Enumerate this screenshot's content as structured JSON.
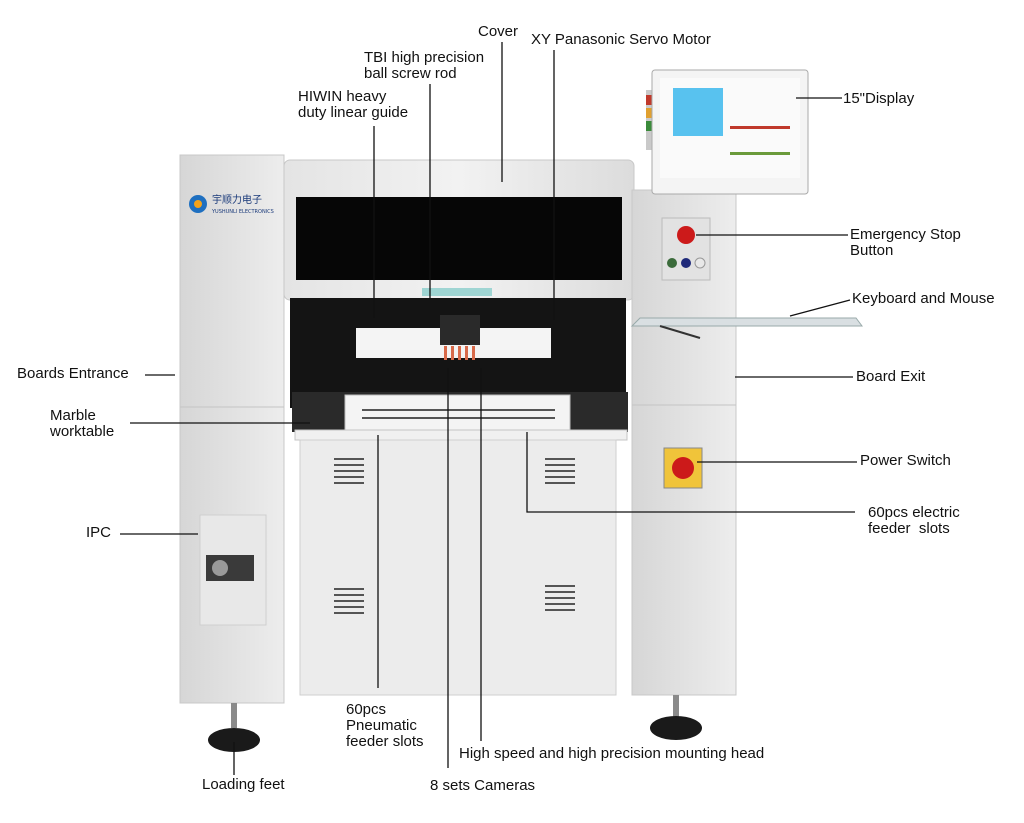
{
  "brand": {
    "logo_cn": "宇顺力电子",
    "logo_en": "YUSHUNLI ELECTRONICS"
  },
  "callouts": [
    {
      "id": "cover",
      "text": "Cover"
    },
    {
      "id": "servo",
      "text": "XY Panasonic Servo Motor"
    },
    {
      "id": "tbi",
      "text": "TBI high precision\nball screw rod"
    },
    {
      "id": "hiwin",
      "text": "HIWIN heavy\nduty linear guide"
    },
    {
      "id": "display",
      "text": "15\"Display"
    },
    {
      "id": "estop",
      "text": "Emergency Stop\nButton"
    },
    {
      "id": "keyboard",
      "text": "Keyboard and Mouse"
    },
    {
      "id": "boards_entrance",
      "text": "Boards Entrance"
    },
    {
      "id": "board_exit",
      "text": "Board Exit"
    },
    {
      "id": "marble",
      "text": "Marble\nworktable"
    },
    {
      "id": "power",
      "text": "Power Switch"
    },
    {
      "id": "electric_feeder",
      "text": "60pcs electric\nfeeder  slots"
    },
    {
      "id": "ipc",
      "text": "IPC"
    },
    {
      "id": "pneumatic",
      "text": "60pcs\nPneumatic\nfeeder slots"
    },
    {
      "id": "head",
      "text": "High speed and high precision mounting head"
    },
    {
      "id": "feet",
      "text": "Loading feet"
    },
    {
      "id": "cameras",
      "text": "8 sets Cameras"
    }
  ]
}
